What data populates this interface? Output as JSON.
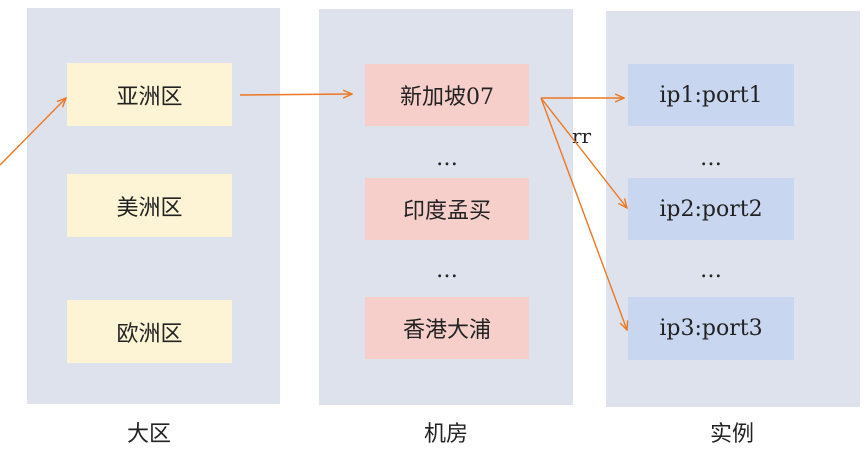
{
  "columns": {
    "region": {
      "label": "大区",
      "items": [
        "亚洲区",
        "美洲区",
        "欧洲区"
      ]
    },
    "room": {
      "label": "机房",
      "items": [
        "新加坡07",
        "印度孟买",
        "香港大浦"
      ],
      "ellipsis": [
        "…",
        "…"
      ]
    },
    "instance": {
      "label": "实例",
      "items": [
        "ip1:port1",
        "ip2:port2",
        "ip3:port3"
      ],
      "ellipsis": [
        "…",
        "…"
      ]
    }
  },
  "edge_label": "rr",
  "colors": {
    "panel": "#dde2ec",
    "region_box": "#fdf4d5",
    "room_box": "#f6cfcb",
    "instance_box": "#c8d7ef",
    "arrow": "#ee7722"
  }
}
